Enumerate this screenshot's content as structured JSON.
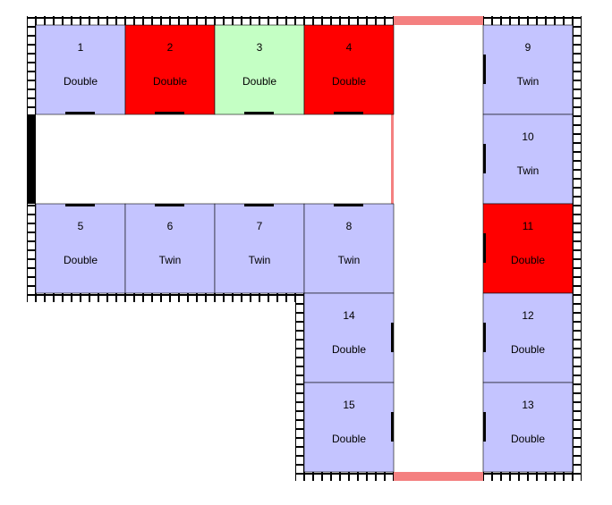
{
  "colors": {
    "available": "#c4c4ff",
    "occupied": "#ff0000",
    "selected": "#c4ffc4",
    "wall": "#000000",
    "exit": "#f48080",
    "door": "#000000",
    "corridor": "#ffffff"
  },
  "rooms": [
    {
      "number": "1",
      "type": "Double",
      "status": "available"
    },
    {
      "number": "2",
      "type": "Double",
      "status": "occupied"
    },
    {
      "number": "3",
      "type": "Double",
      "status": "selected"
    },
    {
      "number": "4",
      "type": "Double",
      "status": "occupied"
    },
    {
      "number": "5",
      "type": "Double",
      "status": "available"
    },
    {
      "number": "6",
      "type": "Twin",
      "status": "available"
    },
    {
      "number": "7",
      "type": "Twin",
      "status": "available"
    },
    {
      "number": "8",
      "type": "Twin",
      "status": "available"
    },
    {
      "number": "9",
      "type": "Twin",
      "status": "available"
    },
    {
      "number": "10",
      "type": "Twin",
      "status": "available"
    },
    {
      "number": "11",
      "type": "Double",
      "status": "occupied"
    },
    {
      "number": "12",
      "type": "Double",
      "status": "available"
    },
    {
      "number": "13",
      "type": "Double",
      "status": "available"
    },
    {
      "number": "14",
      "type": "Double",
      "status": "available"
    },
    {
      "number": "15",
      "type": "Double",
      "status": "available"
    }
  ]
}
